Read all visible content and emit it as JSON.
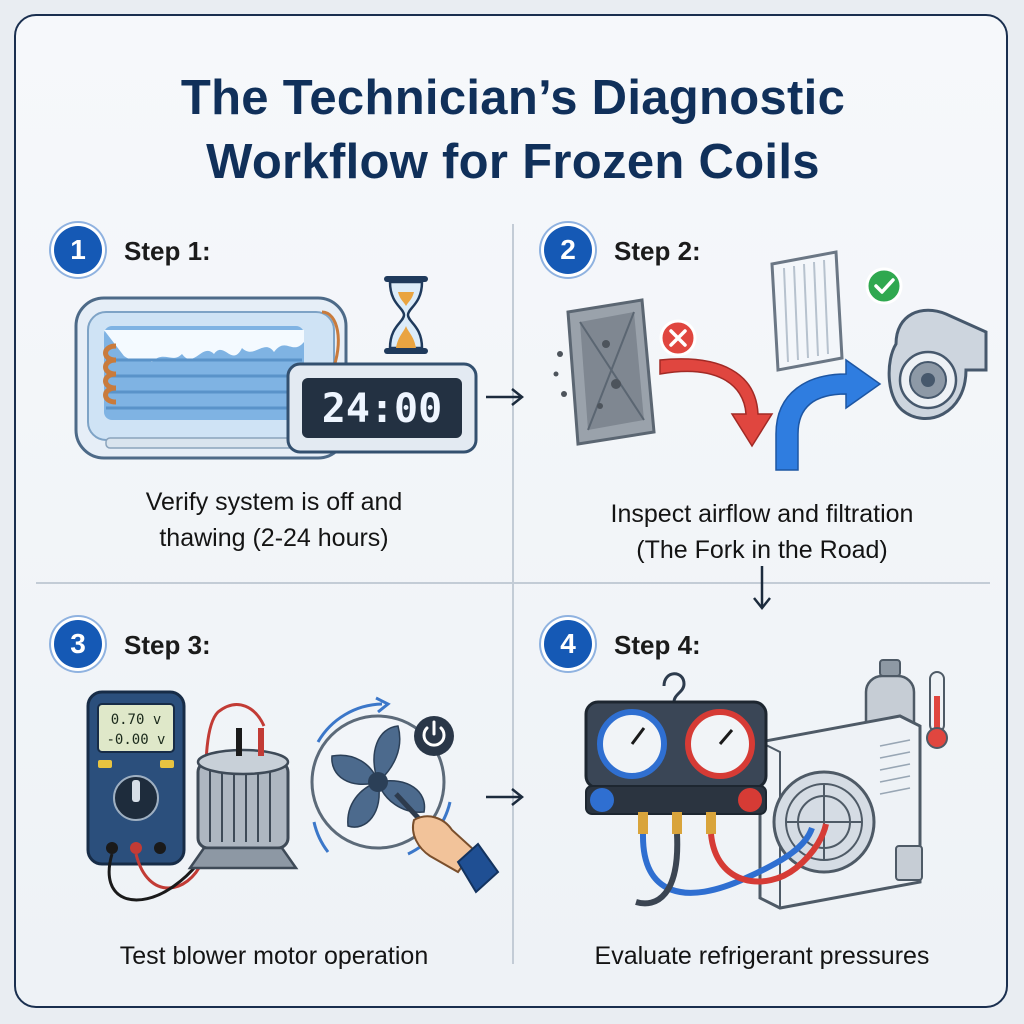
{
  "title": {
    "line1": "The Technician’s Diagnostic",
    "line2": "Workflow for Frozen Coils"
  },
  "steps": [
    {
      "number": "1",
      "label": "Step 1:",
      "caption_line1": "Verify system is off and",
      "caption_line2": "thawing (2-24 hours)",
      "timer": "24:00"
    },
    {
      "number": "2",
      "label": "Step 2:",
      "caption_line1": "Inspect airflow and filtration",
      "caption_line2": "(The Fork in the Road)"
    },
    {
      "number": "3",
      "label": "Step 3:",
      "caption_line1": "Test blower motor operation",
      "meter_line1": "0.70 v",
      "meter_line2": "-0.00 v"
    },
    {
      "number": "4",
      "label": "Step 4:",
      "caption_line1": "Evaluate refrigerant pressures"
    }
  ],
  "colors": {
    "accent": "#1559b5",
    "title": "#10305a",
    "bad": "#e0463f",
    "good": "#2fa84f",
    "airflow_blue": "#2f7de0",
    "airflow_red": "#e0463f"
  },
  "icons": [
    "hourglass-icon",
    "x-mark-icon",
    "check-mark-icon",
    "power-icon"
  ]
}
